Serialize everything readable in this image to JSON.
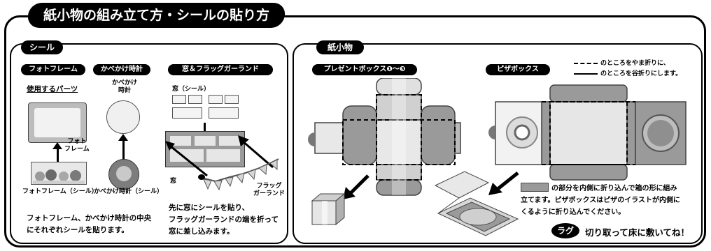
{
  "title": "紙小物の組み立て方・シールの貼り方",
  "sticker_section": {
    "header": "シール",
    "photo_frame": {
      "tab": "フォトフレーム",
      "parts_label": "使用するパーツ",
      "frame_label": "フォト\nフレーム",
      "sticker_label": "フォトフレーム（シール）"
    },
    "wall_clock": {
      "tab": "かべかけ時計",
      "clock_label": "かべかけ\n時計",
      "sticker_label": "かべかけ時計（シール）"
    },
    "window_flag": {
      "tab": "窓＆フラッグガーランド",
      "window_sticker_label": "窓（シール）",
      "window_label": "窓",
      "flag_label": "フラッグ\nガーランド"
    },
    "note_left": "フォトフレーム、かべかけ時計の中央\nにそれぞれシールを貼ります。",
    "note_right": "先に窓にシールを貼り、\nフラッグガーランドの端を折って\n窓に差し込みます。"
  },
  "paper_section": {
    "header": "紙小物",
    "present_box_tab": "プレゼントボックス❶〜❸",
    "pizza_box_tab": "ピザボックス",
    "legend_mountain": "のところをやま折りに、",
    "legend_valley": "のところを谷折りにします。",
    "instruction": "の部分を内側に折り込んで箱の形に組み\n立てます。ピザボックスはピザのイラストが内側に\nくるように折り込んでください。",
    "rug_badge": "ラグ",
    "rug_text": "切り取って床に敷いてね！"
  },
  "colors": {
    "ink": "#000000",
    "gray": "#8c8c8c",
    "light_gray": "#d9d9d9",
    "paper": "#ffffff"
  }
}
